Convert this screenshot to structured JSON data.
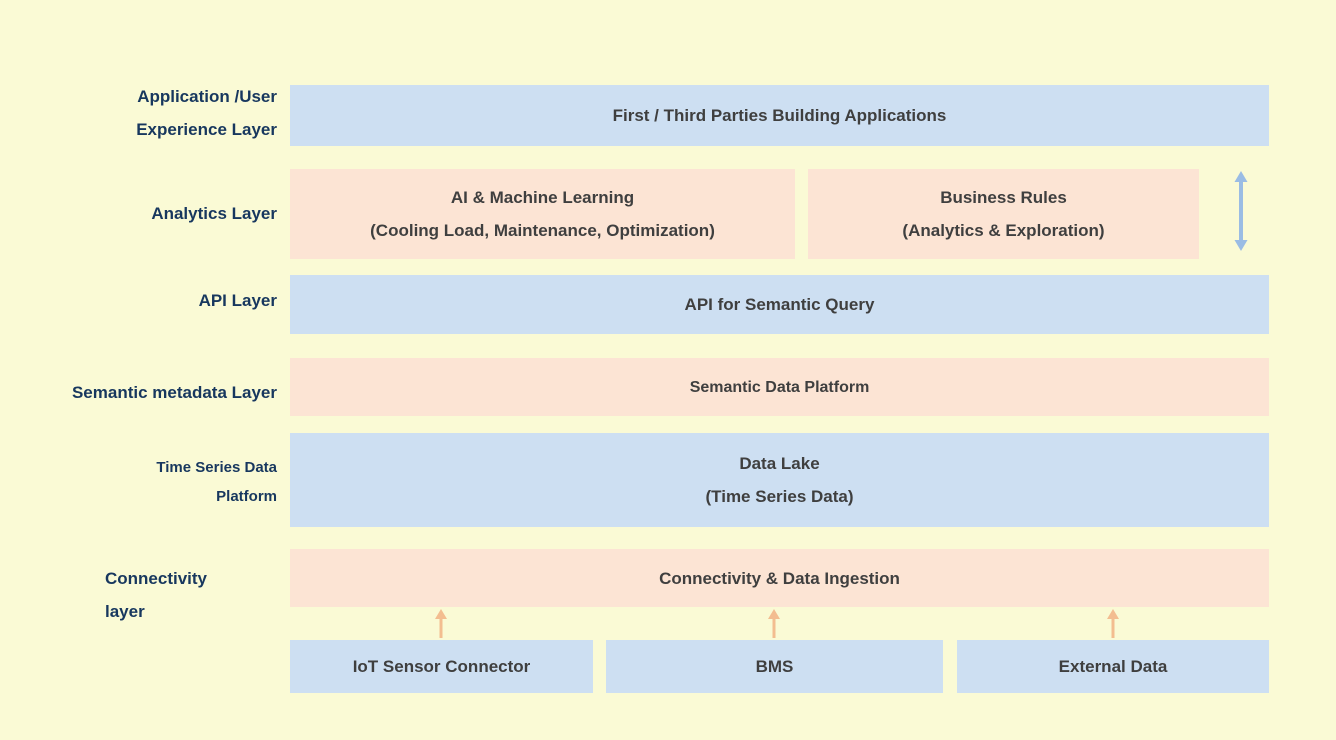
{
  "colors": {
    "background": "#FAFAD5",
    "blue_box": "#CDDFF2",
    "peach_box": "#FCE4D4",
    "box_text": "#3F3F3F",
    "label_text": "#17375E",
    "up_arrow": "#F3BD90",
    "double_arrow": "#9ABCE4"
  },
  "layers": {
    "application": {
      "label": [
        "Application /User",
        "Experience Layer"
      ],
      "box": "First / Third Parties Building Applications"
    },
    "analytics": {
      "label": "Analytics Layer",
      "ai_box": [
        "AI & Machine Learning",
        "(Cooling Load, Maintenance, Optimization)"
      ],
      "rules_box": [
        "Business Rules",
        "(Analytics & Exploration)"
      ]
    },
    "api": {
      "label": "API Layer",
      "box": "API for Semantic Query"
    },
    "semantic": {
      "label": "Semantic metadata Layer",
      "box": "Semantic Data Platform"
    },
    "time_series": {
      "label": [
        "Time Series Data",
        "Platform"
      ],
      "box": [
        "Data Lake",
        "(Time Series Data)"
      ]
    },
    "connectivity": {
      "label": [
        "Connectivity",
        "layer"
      ],
      "box": "Connectivity & Data Ingestion"
    },
    "sources": {
      "boxes": [
        "IoT Sensor Connector",
        "BMS",
        "External Data"
      ]
    }
  },
  "icons": {
    "double_arrow": "vertical-double-arrow",
    "up_arrow": "up-arrow"
  }
}
